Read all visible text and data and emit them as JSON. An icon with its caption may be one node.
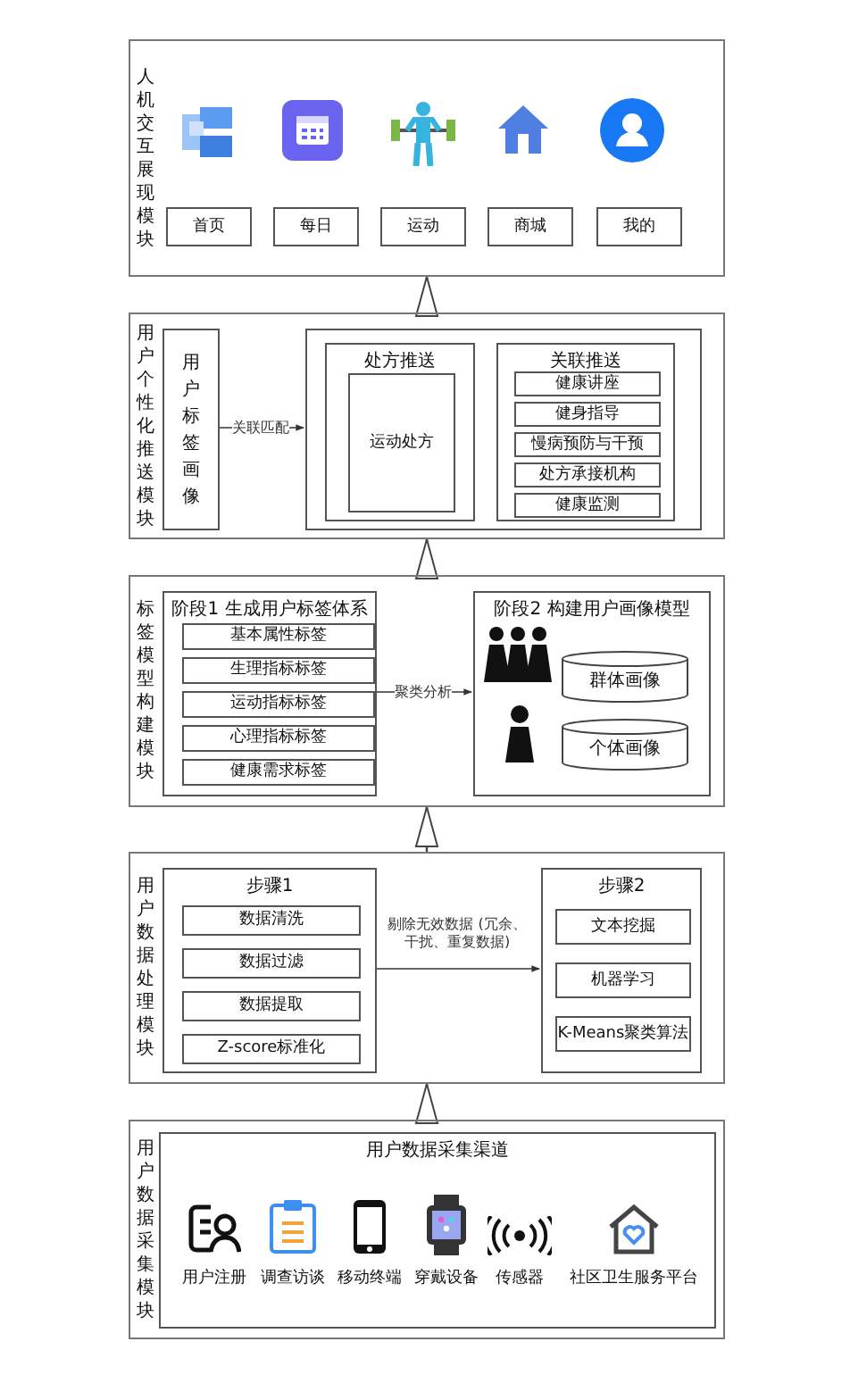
{
  "diagram": {
    "nodes": [
      {
        "text": [
          "人机交互展现模块"
        ]
      },
      {
        "text": [
          "首页"
        ],
        "in": 0
      },
      {
        "text": [
          "每日"
        ],
        "in": 0
      },
      {
        "text": [
          "运动"
        ],
        "in": 0
      },
      {
        "text": [
          "商城"
        ],
        "in": 0
      },
      {
        "text": [
          "我的"
        ],
        "in": 0
      },
      {
        "text": [
          "用户个性化推送模块"
        ]
      },
      {
        "text": [
          "用户标签画像"
        ],
        "in": 6
      },
      {
        "text": [],
        "shape": "box",
        "in": 6
      },
      {
        "text": [
          "处方推送"
        ],
        "in": 8
      },
      {
        "text": [
          "运动处方"
        ],
        "in": 9
      },
      {
        "text": [
          "关联推送"
        ],
        "in": 8
      },
      {
        "text": [
          "健康讲座"
        ],
        "in": 11
      },
      {
        "text": [
          "健身指导"
        ],
        "in": 11
      },
      {
        "text": [
          "慢病预防与干预"
        ],
        "in": 11
      },
      {
        "text": [
          "处方承接机构"
        ],
        "in": 11
      },
      {
        "text": [
          "健康监测"
        ],
        "in": 11
      },
      {
        "text": [
          "标签模型构建模块"
        ]
      },
      {
        "text": [
          "阶段1 生成用户标签体系"
        ],
        "in": 17
      },
      {
        "text": [
          "基本属性标签"
        ],
        "in": 18
      },
      {
        "text": [
          "生理指标标签"
        ],
        "in": 18
      },
      {
        "text": [
          "运动指标标签"
        ],
        "in": 18
      },
      {
        "text": [
          "心理指标标签"
        ],
        "in": 18
      },
      {
        "text": [
          "健康需求标签"
        ],
        "in": 18
      },
      {
        "text": [
          "阶段2 构建用户画像模型"
        ],
        "in": 17
      },
      {
        "text": [
          "群体画像"
        ],
        "in": 24
      },
      {
        "text": [
          "个体画像"
        ],
        "in": 24
      },
      {
        "text": [
          "用户数据处理模块"
        ]
      },
      {
        "text": [
          "步骤1"
        ],
        "in": 27
      },
      {
        "text": [
          "数据清洗"
        ],
        "in": 28
      },
      {
        "text": [
          "数据过滤"
        ],
        "in": 28
      },
      {
        "text": [
          "数据提取"
        ],
        "in": 28
      },
      {
        "text": [
          "Z-score标准化"
        ],
        "in": 28
      },
      {
        "text": [
          "步骤2"
        ],
        "in": 27
      },
      {
        "text": [
          "文本挖掘"
        ],
        "in": 33
      },
      {
        "text": [
          "机器学习"
        ],
        "in": 33
      },
      {
        "text": [
          "K-Means聚类算法"
        ],
        "in": 33
      },
      {
        "text": [
          "用户数据采集模块"
        ]
      },
      {
        "text": [
          "用户数据采集渠道"
        ],
        "in": 37
      },
      {
        "text": [
          "用户注册"
        ],
        "in": 38
      },
      {
        "text": [
          "调查访谈"
        ],
        "in": 38
      },
      {
        "text": [
          "移动终端"
        ],
        "in": 38
      },
      {
        "text": [
          "穿戴设备"
        ],
        "in": 38
      },
      {
        "text": [
          "传感器"
        ],
        "in": 38
      },
      {
        "text": [
          "社区卫生服务平台"
        ],
        "in": 38
      }
    ],
    "edges": [
      {
        "from": 7,
        "to": 8,
        "arrow": "to",
        "label": "关联匹配"
      },
      {
        "from": 18,
        "to": 24,
        "arrow": "to",
        "label": "聚类分析"
      },
      {
        "from": 28,
        "to": 33,
        "arrow": "to",
        "label": "剔除无效数据 (冗余、干扰、重复数据)"
      },
      {
        "from": 37,
        "to": 27,
        "arrow": "to"
      },
      {
        "from": 27,
        "to": 17,
        "arrow": "to"
      },
      {
        "from": 17,
        "to": 6,
        "arrow": "to"
      },
      {
        "from": 6,
        "to": 0,
        "arrow": "to"
      }
    ]
  }
}
